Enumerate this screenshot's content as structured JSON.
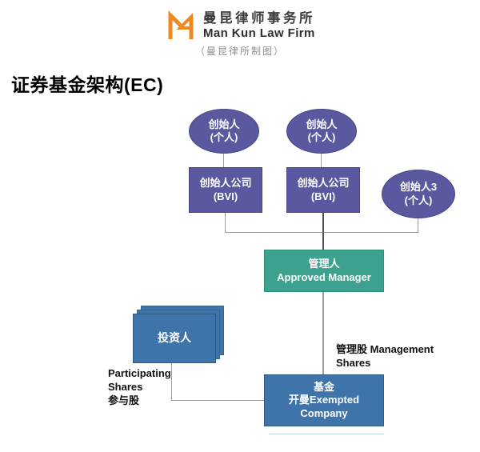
{
  "header": {
    "logo_cn": "曼昆律师事务所",
    "logo_en": "Man Kun Law Firm",
    "subtitle": "（曼昆律所制图）",
    "logo_color": "#F08A1D"
  },
  "title": "证券基金架构(EC)",
  "diagram": {
    "colors": {
      "purple": "#5A599F",
      "teal": "#3CA18F",
      "blue": "#3E74A9",
      "line_gray": "#9a9a9a"
    },
    "nodes": {
      "founder1": {
        "line1": "创始人",
        "line2": "(个人)"
      },
      "founder2": {
        "line1": "创始人",
        "line2": "(个人)"
      },
      "founder3": {
        "line1": "创始人3",
        "line2": "(个人)"
      },
      "bvi1": {
        "line1": "创始人公司",
        "line2": "(BVI)"
      },
      "bvi2": {
        "line1": "创始人公司",
        "line2": "(BVI)"
      },
      "manager": {
        "line1": "管理人",
        "line2": "Approved Manager"
      },
      "investors": {
        "line1": "投资人"
      },
      "fund": {
        "line1": "基金",
        "line2": "开曼Exempted",
        "line3": "Company"
      }
    },
    "labels": {
      "management_shares": {
        "line1": "管理股 Management",
        "line2": "Shares"
      },
      "participating_shares": {
        "line1": "Participating",
        "line2": "Shares",
        "line3": "参与股"
      }
    }
  }
}
